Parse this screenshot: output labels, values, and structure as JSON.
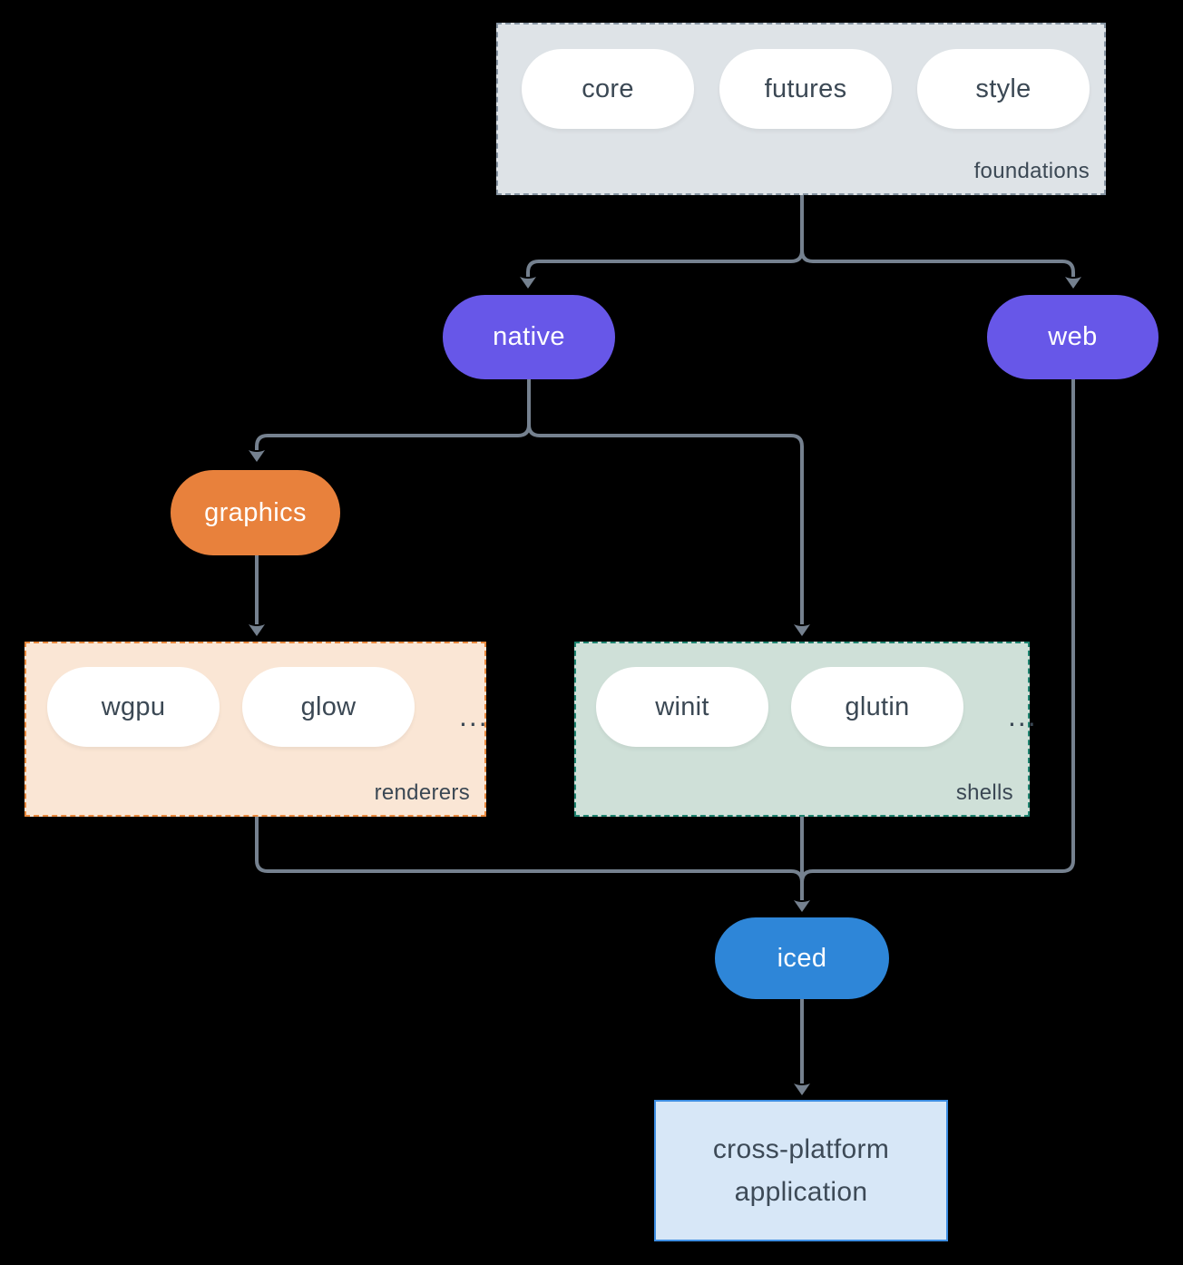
{
  "nodes": {
    "foundations": {
      "label": "foundations",
      "pills": [
        "core",
        "futures",
        "style"
      ]
    },
    "native": {
      "label": "native"
    },
    "web": {
      "label": "web"
    },
    "graphics": {
      "label": "graphics"
    },
    "renderers": {
      "label": "renderers",
      "pills": [
        "wgpu",
        "glow"
      ],
      "ellipsis": "..."
    },
    "shells": {
      "label": "shells",
      "pills": [
        "winit",
        "glutin"
      ],
      "ellipsis": "..."
    },
    "iced": {
      "label": "iced"
    },
    "application": {
      "line1": "cross-platform",
      "line2": "application"
    }
  },
  "edges": [
    {
      "from": "foundations",
      "to": "native"
    },
    {
      "from": "foundations",
      "to": "web"
    },
    {
      "from": "native",
      "to": "graphics"
    },
    {
      "from": "native",
      "to": "shells"
    },
    {
      "from": "graphics",
      "to": "renderers"
    },
    {
      "from": "renderers",
      "to": "iced"
    },
    {
      "from": "shells",
      "to": "iced"
    },
    {
      "from": "web",
      "to": "iced"
    },
    {
      "from": "iced",
      "to": "cross-platform application"
    }
  ],
  "colors": {
    "background": "#000000",
    "connector": "#75818F",
    "purple_node": "#6757E8",
    "orange_node": "#E8813C",
    "blue_node": "#2E86D8",
    "foundations_bg": "#DEE3E7",
    "foundations_border": "#8795A3",
    "renderers_bg": "#FAE6D5",
    "renderers_border": "#E8883C",
    "shells_bg": "#CFE0D8",
    "shells_border": "#1F8470",
    "application_bg": "#D7E7F7",
    "application_border": "#3E8EE2",
    "dark_text": "#3B4854",
    "light_text": "#FFFFFF"
  }
}
